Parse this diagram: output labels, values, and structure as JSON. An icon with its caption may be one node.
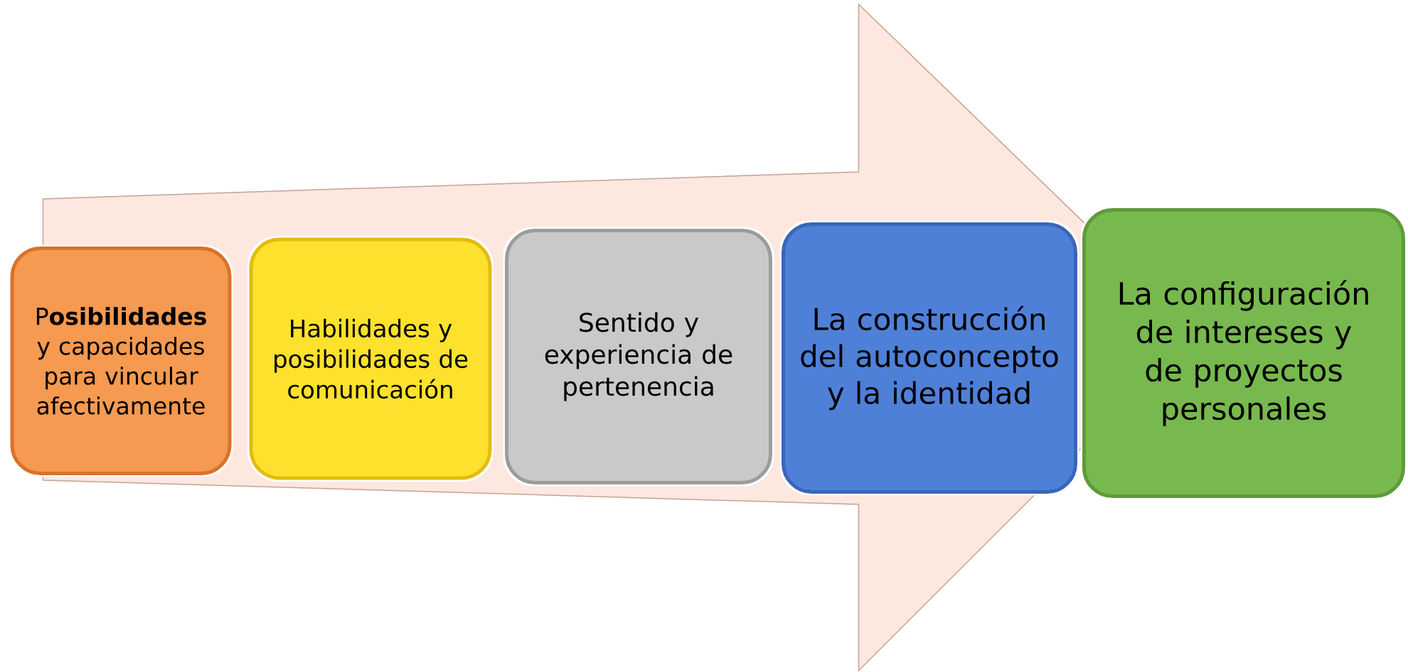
{
  "diagram": {
    "nodes": [
      {
        "text": [
          "P**osibilidades** y capacidades para vincular afectivamente"
        ]
      },
      {
        "text": [
          "Habilidades y posibilidades de comunicación"
        ]
      },
      {
        "text": [
          "Sentido y experiencia de pertenencia"
        ]
      },
      {
        "text": [
          "La construcción del autoconcepto y la identidad"
        ]
      },
      {
        "text": [
          "La configuración de intereses y de proyectos personales"
        ]
      }
    ],
    "edges": [
      {
        "from": 0,
        "to": 4,
        "arrow": "to"
      }
    ]
  }
}
